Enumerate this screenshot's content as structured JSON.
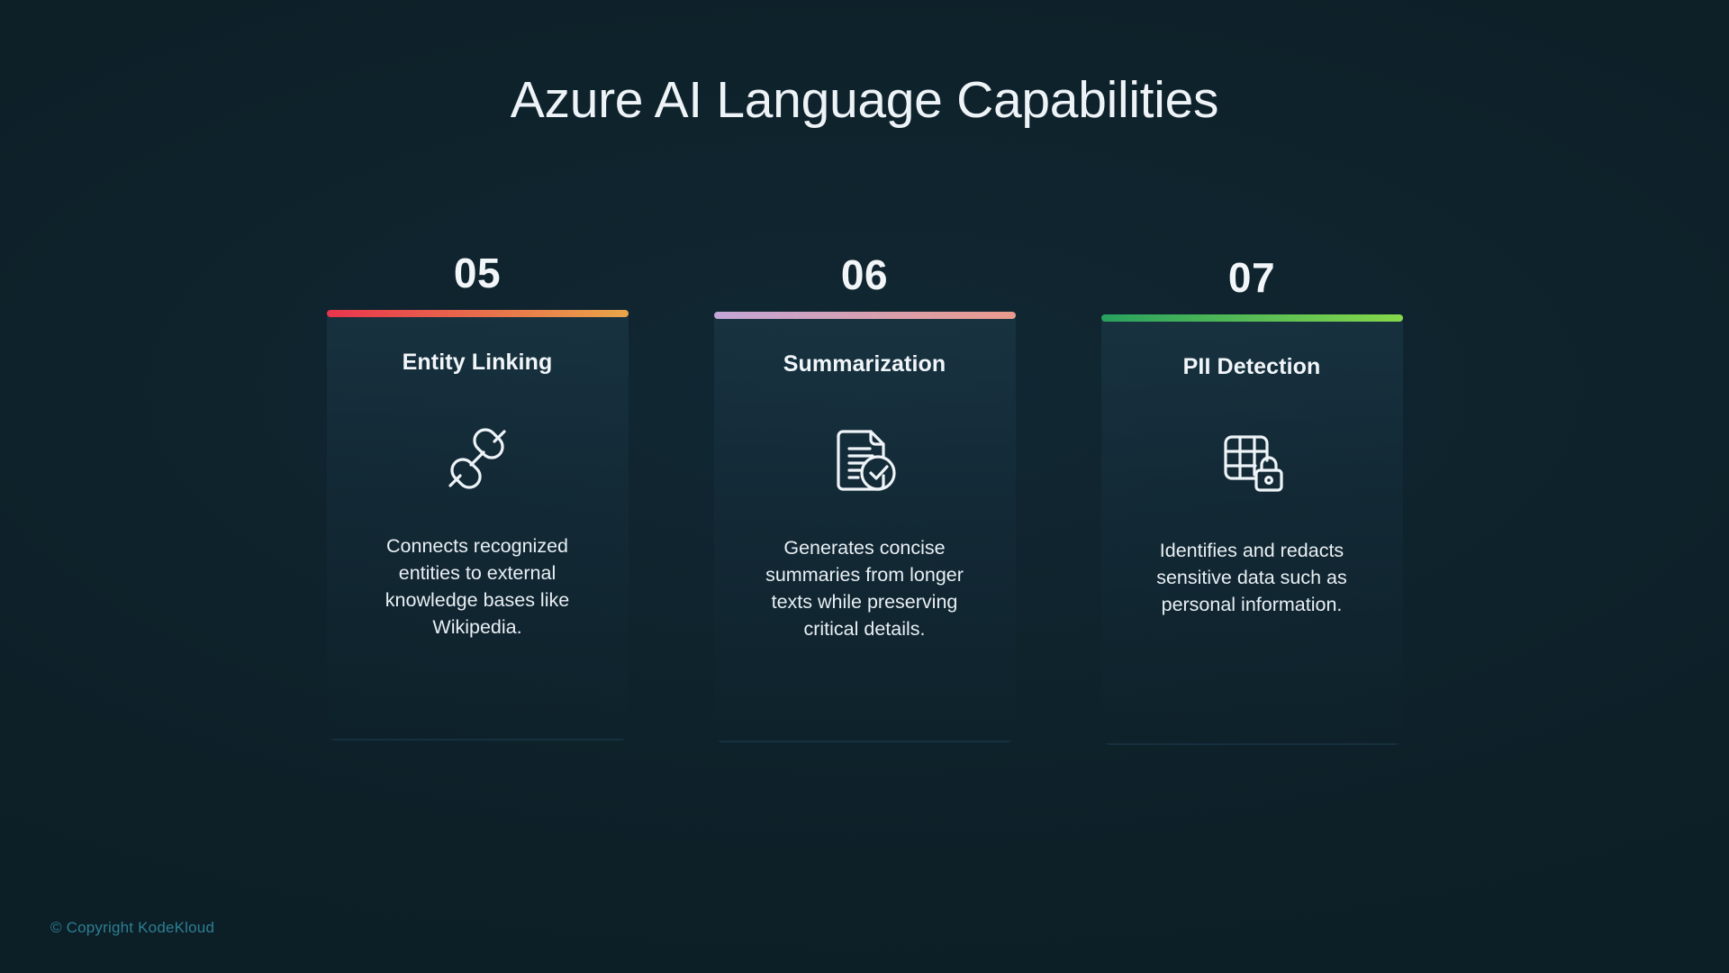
{
  "header": {
    "title": "Azure AI Language Capabilities"
  },
  "footer": {
    "copyright": "© Copyright KodeKloud",
    "color": "#2d7e92"
  },
  "background": {
    "color": "#0d2028"
  },
  "cards": [
    {
      "number": "05",
      "title": "Entity Linking",
      "description": "Connects recognized entities to external knowledge bases like Wikipedia.",
      "icon": "chain-link-icon",
      "accent_from": "#e8344d",
      "accent_to": "#e9a54a"
    },
    {
      "number": "06",
      "title": "Summarization",
      "description": "Generates concise summaries from longer texts while preserving critical details.",
      "icon": "document-check-icon",
      "accent_from": "#c3a6d8",
      "accent_to": "#ea9a8c"
    },
    {
      "number": "07",
      "title": "PII Detection",
      "description": "Identifies and redacts sensitive data such as personal information.",
      "icon": "grid-lock-icon",
      "accent_from": "#28a15f",
      "accent_to": "#86d84a"
    }
  ]
}
